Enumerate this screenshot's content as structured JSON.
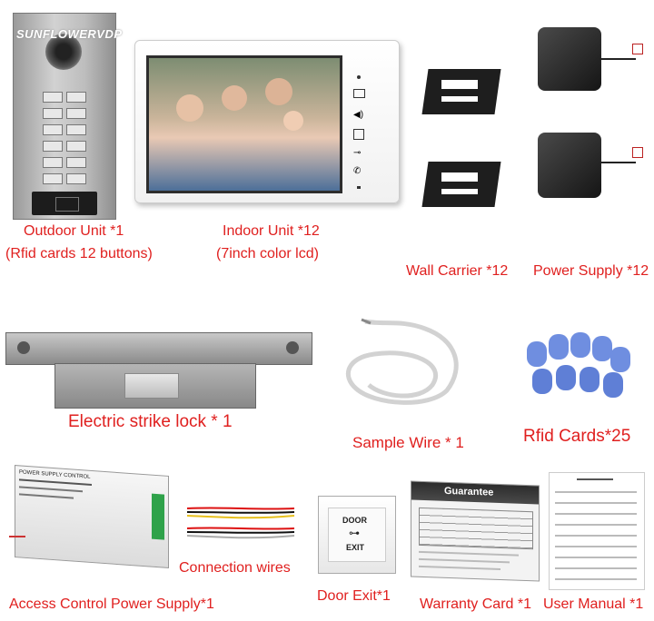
{
  "watermark": "SUNFLOWERVDP",
  "items": {
    "outdoor_unit": {
      "line1": "Outdoor Unit *1",
      "line2": "(Rfid cards 12 buttons)"
    },
    "indoor_unit": {
      "line1": "Indoor Unit *12",
      "line2": "(7inch color lcd)"
    },
    "wall_carrier": {
      "label": "Wall Carrier *12"
    },
    "power_supply": {
      "label": "Power Supply *12"
    },
    "strike_lock": {
      "label": "Electric strike lock * 1"
    },
    "sample_wire": {
      "label": "Sample Wire * 1"
    },
    "rfid_cards": {
      "label": "Rfid Cards*25"
    },
    "access_power": {
      "label": "Access Control Power Supply*1",
      "box_title": "POWER SUPPLY CONTROL"
    },
    "connection_wires": {
      "label": "Connection wires"
    },
    "door_exit": {
      "label": "Door Exit*1",
      "top": "DOOR",
      "bottom": "EXIT"
    },
    "warranty_card": {
      "label": "Warranty Card *1",
      "title": "Guarantee"
    },
    "user_manual": {
      "label": "User Manual *1"
    }
  },
  "colors": {
    "label_red": "#e0201f",
    "panel_silver": "#b8b8b8",
    "card_blue": "#6f8ee0"
  }
}
